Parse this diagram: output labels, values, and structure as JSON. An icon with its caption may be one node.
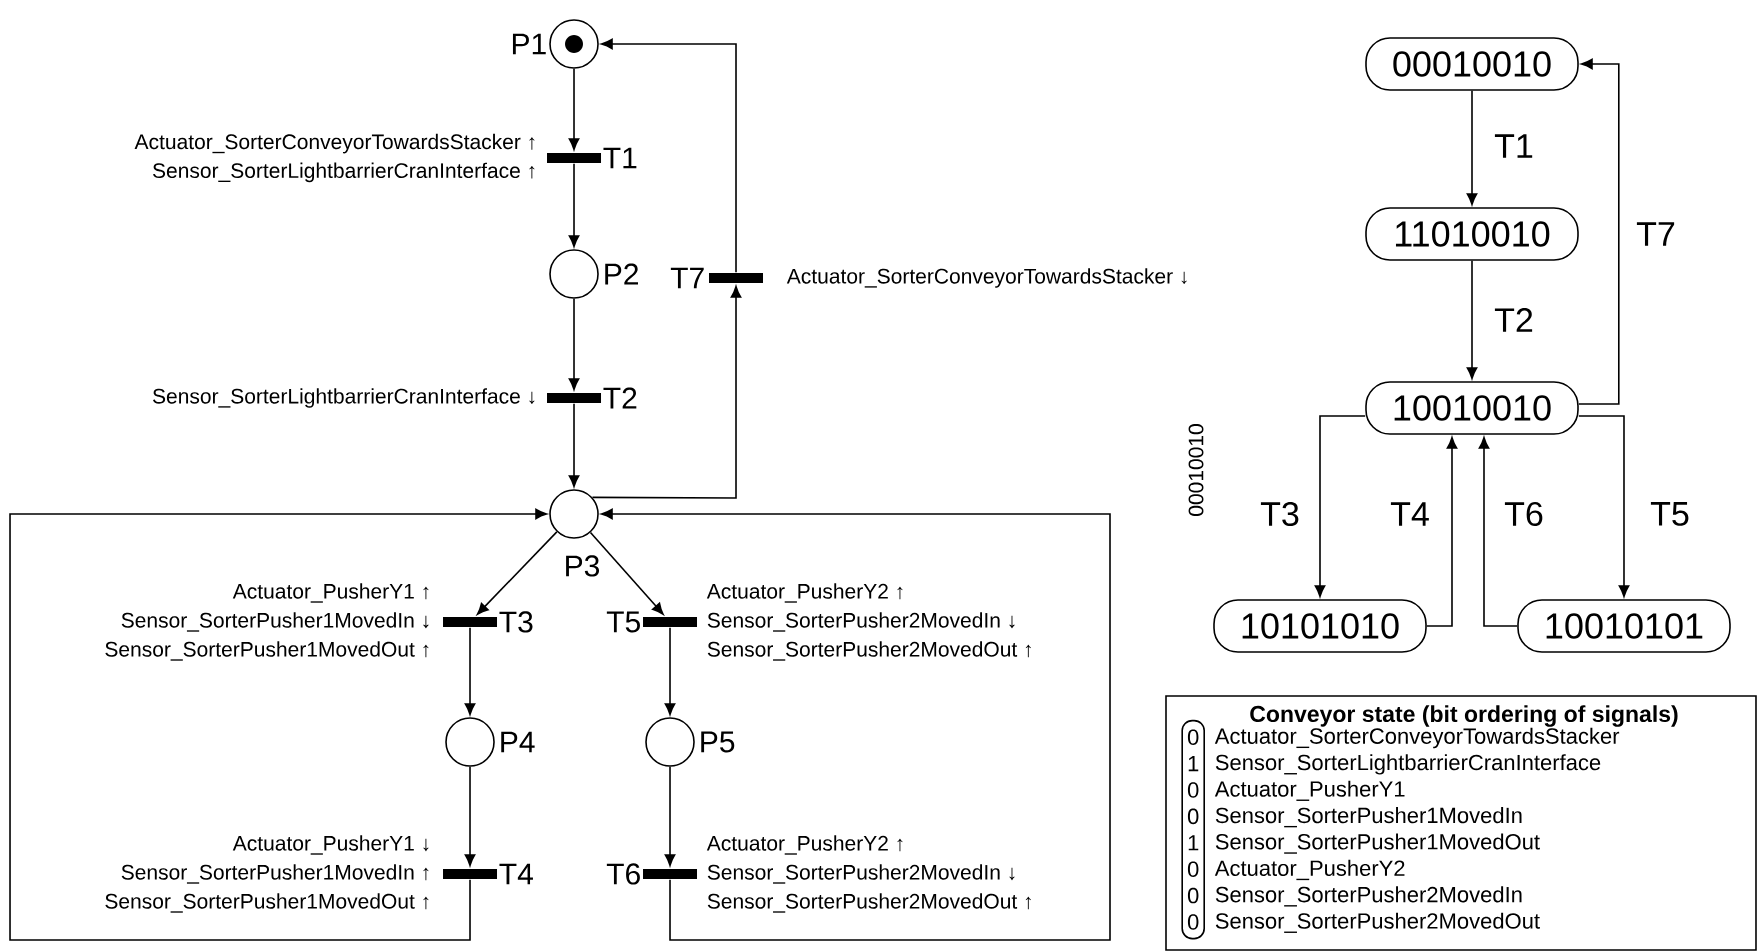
{
  "diagram": {
    "nodes": [
      {
        "text": [],
        "shape": "circle",
        "beside": [
          "P1"
        ]
      },
      {
        "text": [],
        "shape": "bar",
        "beside": [
          "T1",
          "Actuator_SorterConveyorTowardsStacker ↑",
          "Sensor_SorterLightbarrierCranInterface ↑"
        ]
      },
      {
        "text": [],
        "shape": "circle",
        "beside": [
          "P2"
        ]
      },
      {
        "text": [],
        "shape": "bar",
        "beside": [
          "T7",
          "Actuator_SorterConveyorTowardsStacker ↓"
        ]
      },
      {
        "text": [],
        "shape": "bar",
        "beside": [
          "T2",
          "Sensor_SorterLightbarrierCranInterface ↓"
        ]
      },
      {
        "text": [],
        "shape": "circle",
        "beside": [
          "P3"
        ]
      },
      {
        "text": [],
        "shape": "bar",
        "beside": [
          "T3",
          "Actuator_PusherY1 ↑",
          "Sensor_SorterPusher1MovedIn ↓",
          "Sensor_SorterPusher1MovedOut ↑"
        ]
      },
      {
        "text": [],
        "shape": "bar",
        "beside": [
          "T5",
          "Actuator_PusherY2 ↑",
          "Sensor_SorterPusher2MovedIn ↓",
          "Sensor_SorterPusher2MovedOut ↑"
        ]
      },
      {
        "text": [],
        "shape": "circle",
        "beside": [
          "P4"
        ]
      },
      {
        "text": [],
        "shape": "circle",
        "beside": [
          "P5"
        ]
      },
      {
        "text": [],
        "shape": "bar",
        "beside": [
          "T4",
          "Actuator_PusherY1 ↓",
          "Sensor_SorterPusher1MovedIn ↑",
          "Sensor_SorterPusher1MovedOut ↑"
        ]
      },
      {
        "text": [],
        "shape": "bar",
        "beside": [
          "T6",
          "Actuator_PusherY2 ↑",
          "Sensor_SorterPusher2MovedIn ↓",
          "Sensor_SorterPusher2MovedOut ↑"
        ]
      },
      {
        "text": [
          "00010010"
        ]
      },
      {
        "text": [
          "11010010"
        ]
      },
      {
        "text": [
          "10010010"
        ]
      },
      {
        "text": [
          "10101010"
        ]
      },
      {
        "text": [
          "10010101"
        ]
      },
      {
        "text": [
          "Conveyor state (bit ordering of signals)",
          "Actuator_SorterConveyorTowardsStacker",
          "Sensor_SorterLightbarrierCranInterface",
          "Actuator_PusherY1",
          "Sensor_SorterPusher1MovedIn",
          "Sensor_SorterPusher1MovedOut",
          "Actuator_PusherY2",
          "Sensor_SorterPusher2MovedIn",
          "Sensor_SorterPusher2MovedOut"
        ]
      },
      {
        "text": [
          "0",
          "1",
          "0",
          "0",
          "1",
          "0",
          "0",
          "0"
        ],
        "in": 17
      }
    ],
    "edges": [
      {
        "from": 0,
        "to": 1,
        "arrow": "to"
      },
      {
        "from": 1,
        "to": 2,
        "arrow": "to"
      },
      {
        "from": 2,
        "to": 4,
        "arrow": "to"
      },
      {
        "from": 4,
        "to": 5,
        "arrow": "to"
      },
      {
        "from": 5,
        "to": 6,
        "arrow": "to"
      },
      {
        "from": 5,
        "to": 7,
        "arrow": "to"
      },
      {
        "from": 6,
        "to": 8,
        "arrow": "to"
      },
      {
        "from": 7,
        "to": 9,
        "arrow": "to"
      },
      {
        "from": 8,
        "to": 10,
        "arrow": "to"
      },
      {
        "from": 9,
        "to": 11,
        "arrow": "to"
      },
      {
        "from": 10,
        "to": 5,
        "arrow": "to"
      },
      {
        "from": 11,
        "to": 5,
        "arrow": "to"
      },
      {
        "from": 5,
        "to": 3,
        "arrow": "to"
      },
      {
        "from": 3,
        "to": 0,
        "arrow": "to"
      },
      {
        "from": 12,
        "to": 13,
        "arrow": "to",
        "label": "T1"
      },
      {
        "from": 13,
        "to": 14,
        "arrow": "to",
        "label": "T2"
      },
      {
        "from": 14,
        "to": 12,
        "arrow": "to",
        "label": "T7"
      },
      {
        "from": 14,
        "to": 15,
        "arrow": "to",
        "label": "T3"
      },
      {
        "from": 15,
        "to": 14,
        "arrow": "to",
        "label": "T4"
      },
      {
        "from": 16,
        "to": 14,
        "arrow": "to",
        "label": "T6"
      },
      {
        "from": 14,
        "to": 16,
        "arrow": "to",
        "label": "T5"
      }
    ],
    "labels": [
      "00010010"
    ]
  }
}
